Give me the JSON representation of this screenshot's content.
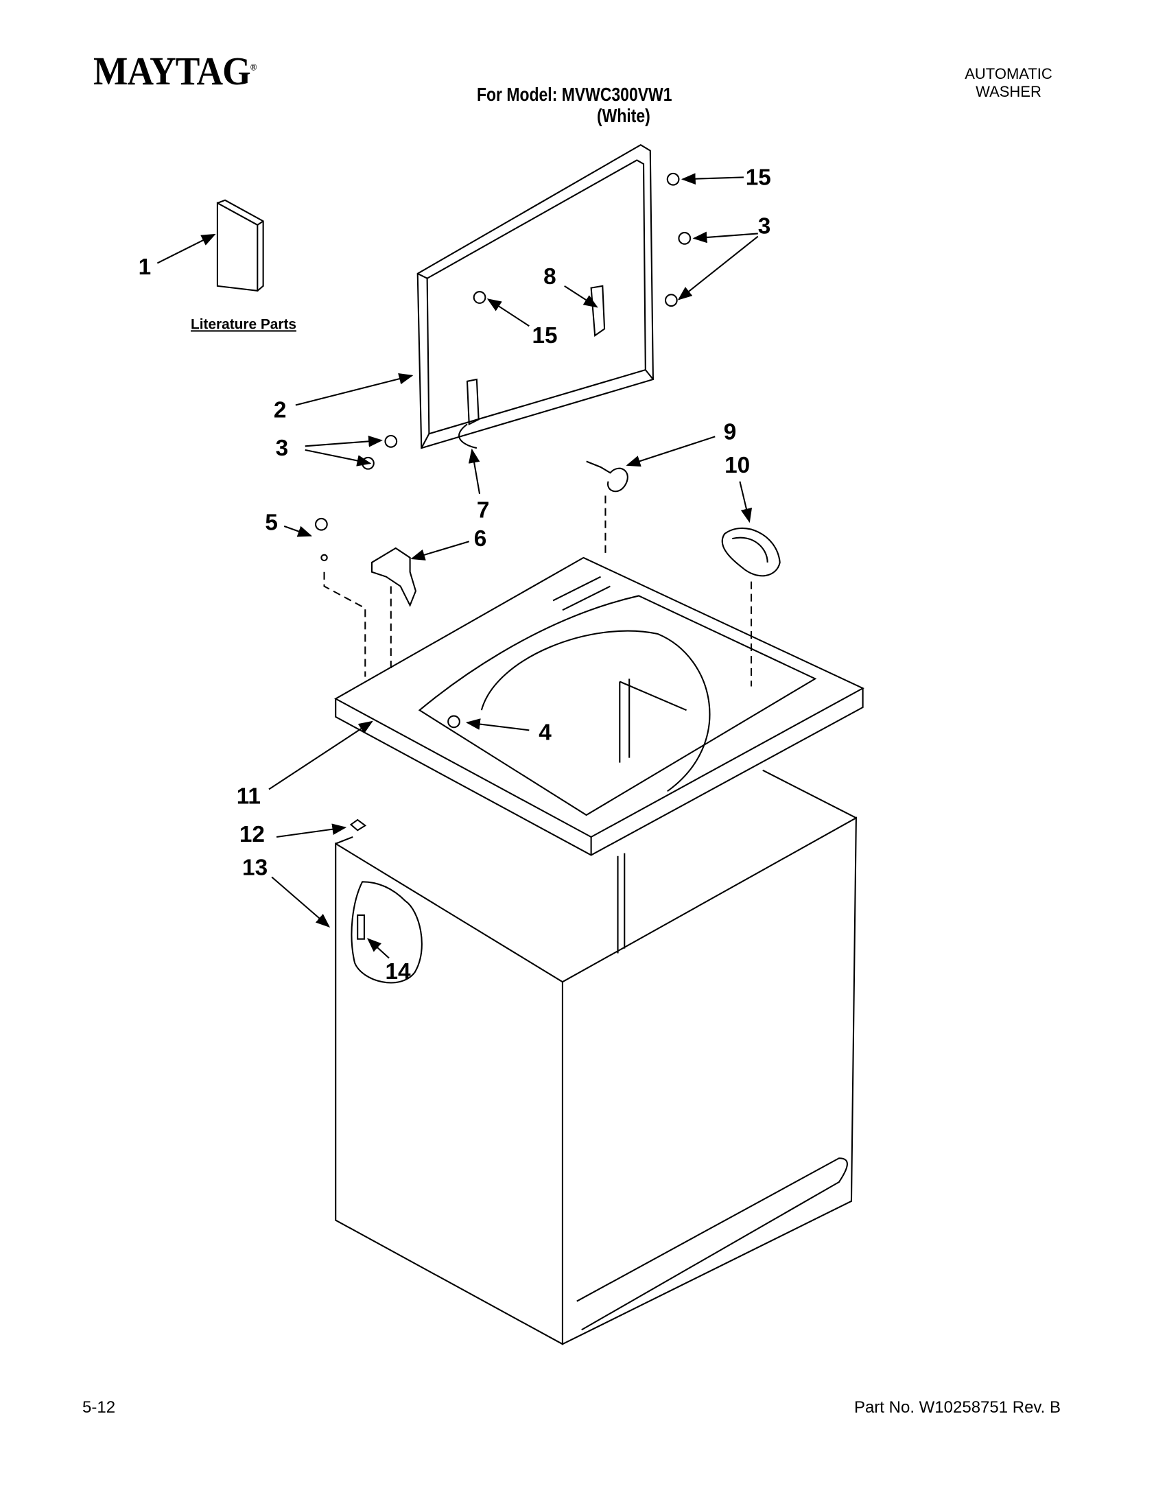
{
  "header": {
    "brand": "MAYTAG",
    "model_line": "For Model: MVWC300VW1",
    "color_line": "(White)",
    "product_type_line1": "AUTOMATIC",
    "product_type_line2": "WASHER"
  },
  "diagram": {
    "literature_label": "Literature Parts",
    "callouts": {
      "c1": "1",
      "c2": "2",
      "c3a": "3",
      "c3b": "3",
      "c4": "4",
      "c5": "5",
      "c6": "6",
      "c7": "7",
      "c8": "8",
      "c9": "9",
      "c10": "10",
      "c11": "11",
      "c12": "12",
      "c13": "13",
      "c14": "14",
      "c15a": "15",
      "c15b": "15"
    }
  },
  "footer": {
    "page": "5-12",
    "part_number": "Part No. W10258751 Rev. B"
  }
}
